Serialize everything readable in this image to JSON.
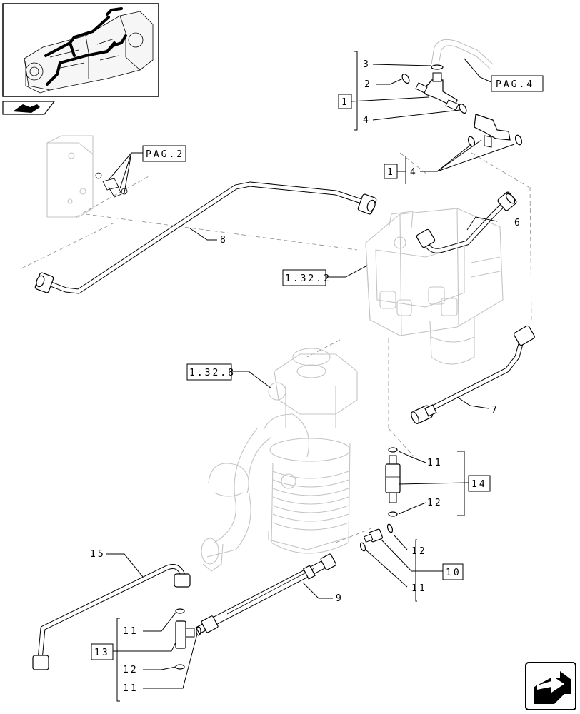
{
  "callouts": {
    "c3": "3",
    "c2": "2",
    "c1a": "1",
    "c4a": "4",
    "pag4": "PAG.4",
    "pag2": "PAG.2",
    "c1b": "1",
    "c4b": "4",
    "c8": "8",
    "c6": "6",
    "ref1322": "1.32.2",
    "ref1328": "1.32.8",
    "c7": "7",
    "c11a": "11",
    "c14": "14",
    "c12a": "12",
    "c12b": "12",
    "c10": "10",
    "c11b": "11",
    "c9": "9",
    "c15": "15",
    "c11c": "11",
    "c13": "13",
    "c12c": "12",
    "c11d": "11"
  },
  "icons": {
    "overview": "tractor-overview-thumbnail",
    "view": "view-direction-icon",
    "next": "next-page-arrow-icon"
  }
}
